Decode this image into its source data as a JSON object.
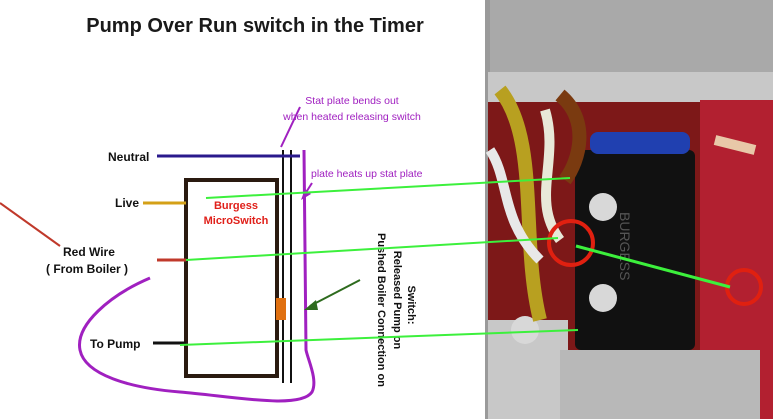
{
  "title": "Pump Over Run switch in the Timer",
  "labels": {
    "neutral": "Neutral",
    "live": "Live",
    "red_wire": "Red Wire",
    "from_boiler": "( From Boiler )",
    "to_pump": "To Pump",
    "switch_name_1": "Burgess",
    "switch_name_2": "MicroSwitch"
  },
  "annotations": {
    "stat_plate_1": "Stat plate bends out",
    "stat_plate_2": "when heated releasing switch",
    "plate_heats": "plate heats up stat plate",
    "switch_1": "Switch:",
    "switch_2": "Released Pump on",
    "switch_3": "Pushed Boiler Connection on"
  },
  "photo": {
    "description_icon": "microswitch-photo-icon"
  },
  "colors": {
    "title": "#1a1a1a",
    "neutral_line": "#2a1a8c",
    "live_line": "#d4a017",
    "red_wire": "#c0392b",
    "purple": "#a020c0",
    "green": "#3cf03c",
    "dark_green": "#2e6b1e",
    "switch_text": "#e0201a",
    "orange": "#e07010",
    "photo_bg": "#a8a8a8"
  }
}
